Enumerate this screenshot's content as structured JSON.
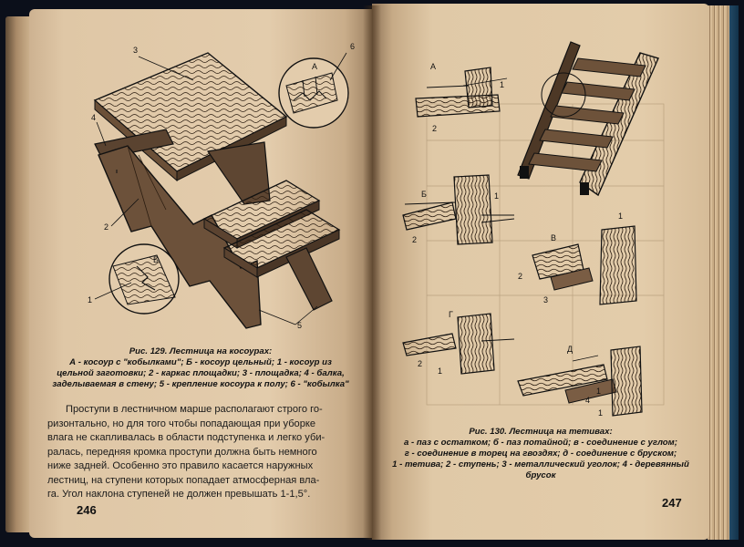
{
  "left_page": {
    "figure": {
      "labels": [
        "3",
        "6",
        "А",
        "4",
        "2",
        "Б",
        "1",
        "5"
      ],
      "caption_title": "Рис. 129. Лестница на косоурах:",
      "caption_lines": [
        "А - косоур с \"кобылками\"; Б - косоур цельный; 1 - косоур из",
        "цельной заготовки; 2 - каркас площадки; 3 - площадка; 4 - балка,",
        "заделываемая в стену; 5 - крепление косоура к полу; 6 - \"кобылка\""
      ]
    },
    "body_lines": [
      "Проступи в лестничном марше располагают строго го-",
      "ризонтально, но для того чтобы попадающая при уборке",
      "влага не скапливалась в области подступенка и легко уби-",
      "ралась, передняя кромка проступи должна быть немного",
      "ниже задней. Особенно это правило касается наружных",
      "лестниц, на ступени которых попадает атмосферная вла-",
      "га. Угол наклона ступеней не должен превышать 1-1,5°."
    ],
    "page_number": "246"
  },
  "right_page": {
    "figure": {
      "labels": [
        "А",
        "1",
        "2",
        "Б",
        "1",
        "2",
        "1",
        "В",
        "2",
        "3",
        "Г",
        "2",
        "1",
        "Д",
        "1",
        "4",
        "1"
      ],
      "caption_title": "Рис. 130. Лестница на тетивах:",
      "caption_lines": [
        "а - паз с остатком; б - паз потайной; в - соединение с углом;",
        "г - соединение в торец на гвоздях; д - соединение с бруском;",
        "1 - тетива; 2 - ступень; 3 - металлический уголок; 4 - деревянный",
        "брусок"
      ]
    },
    "page_number": "247"
  },
  "colors": {
    "paper": "#e3ccac",
    "ink": "#111111",
    "background": "#0b0f1a",
    "cloth": "#1d4260"
  }
}
